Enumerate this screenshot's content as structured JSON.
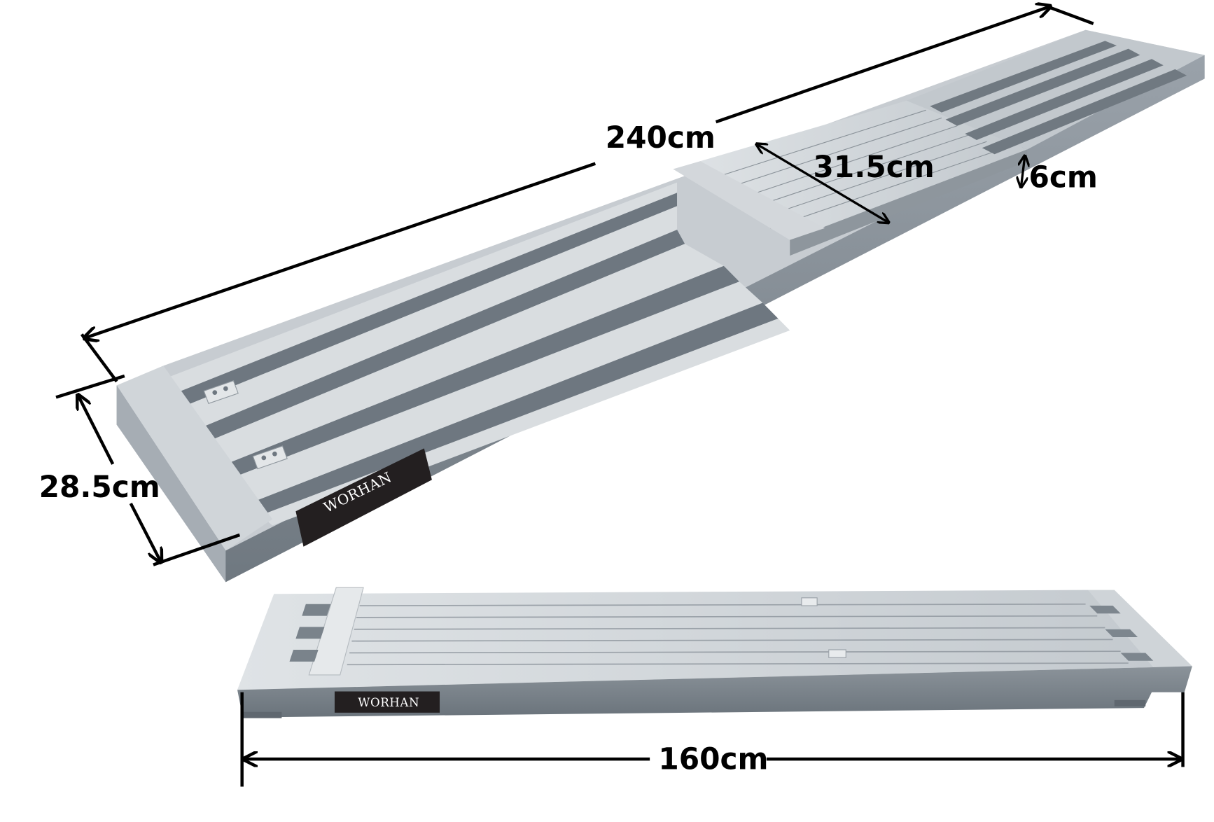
{
  "product": {
    "brand": "WORHAN",
    "description": "Telescopic aluminium work platform / scaffold plank shown extended and retracted"
  },
  "extended_view": {
    "length_label": "240cm",
    "deck_width_label": "31.5cm",
    "height_label": "6cm",
    "end_width_label": "28.5cm",
    "brand_label": "WORHAN"
  },
  "retracted_view": {
    "length_label": "160cm",
    "brand_label": "WORHAN"
  },
  "colors": {
    "background": "#ffffff",
    "frame_light": "#c9ced3",
    "frame_mid": "#a9b0b7",
    "slot_dark": "#6e7780",
    "side_dark": "#7d858d",
    "deck_top": "#d4d8dc",
    "brand_plate": "#231f20",
    "dimension_line": "#000000"
  }
}
